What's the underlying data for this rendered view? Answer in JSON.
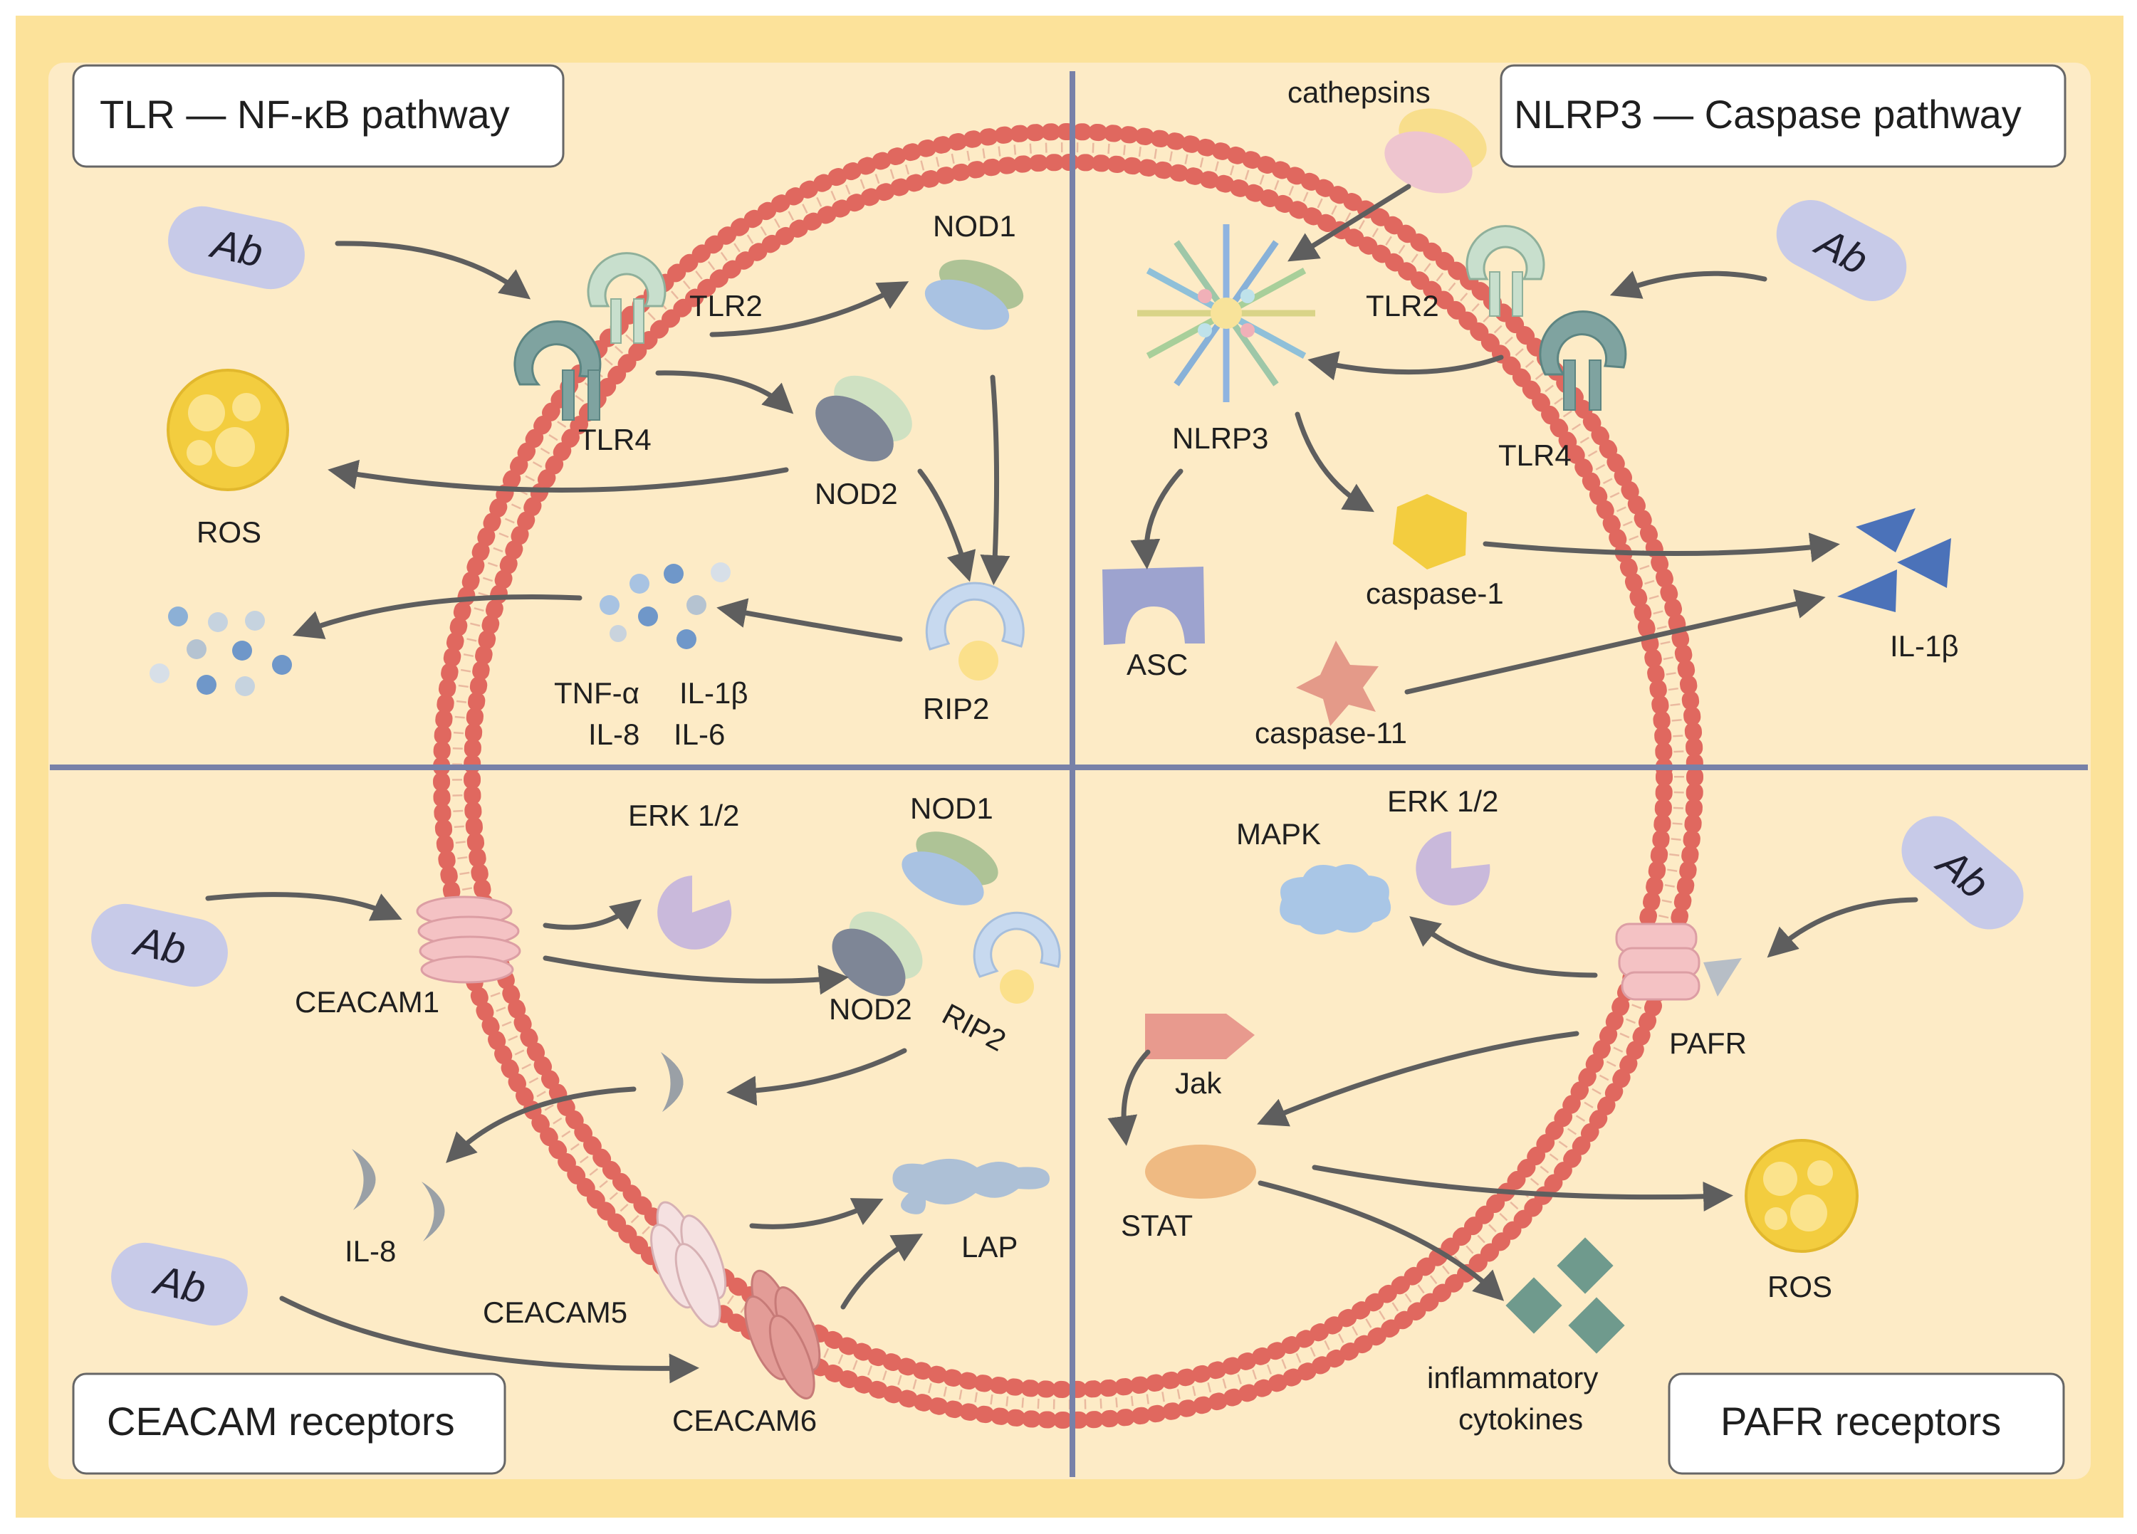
{
  "colors": {
    "outer_frame": "#fce29a",
    "panel_fill": "#fdebc6",
    "membrane_heads": "#e0685f",
    "membrane_tails": "#eab99f",
    "divider": "#7881a8",
    "arrow": "#5e5e5e",
    "antibody": "#c7cae8",
    "ros": "#f3cd3f"
  },
  "panels": {
    "tlr": {
      "title": "TLR — NF-κB pathway",
      "labels": {
        "tlr2": "TLR2",
        "tlr4": "TLR4",
        "nod1": "NOD1",
        "nod2": "NOD2",
        "rip2": "RIP2",
        "ros": "ROS",
        "tnf": "TNF-α",
        "il1b": "IL-1β",
        "il8": "IL-8",
        "il6": "IL-6",
        "ab": "Ab"
      }
    },
    "nlrp3": {
      "title": "NLRP3 — Caspase pathway",
      "labels": {
        "cathepsins": "cathepsins",
        "tlr2": "TLR2",
        "tlr4": "TLR4",
        "nlrp3": "NLRP3",
        "asc": "ASC",
        "caspase1": "caspase-1",
        "caspase11": "caspase-11",
        "il1b": "IL-1β",
        "ab": "Ab"
      }
    },
    "ceacam": {
      "title": "CEACAM receptors",
      "labels": {
        "erk": "ERK 1/2",
        "nod1": "NOD1",
        "nod2": "NOD2",
        "rip2": "RIP2",
        "ceacam1": "CEACAM1",
        "ceacam5": "CEACAM5",
        "ceacam6": "CEACAM6",
        "il8": "IL-8",
        "lap": "LAP",
        "ab1": "Ab",
        "ab2": "Ab"
      }
    },
    "pafr": {
      "title": "PAFR receptors",
      "labels": {
        "erk": "ERK 1/2",
        "mapk": "MAPK",
        "pafr": "PAFR",
        "jak": "Jak",
        "stat": "STAT",
        "ros": "ROS",
        "inflam1": "inflammatory",
        "inflam2": "cytokines",
        "ab": "Ab"
      }
    }
  }
}
